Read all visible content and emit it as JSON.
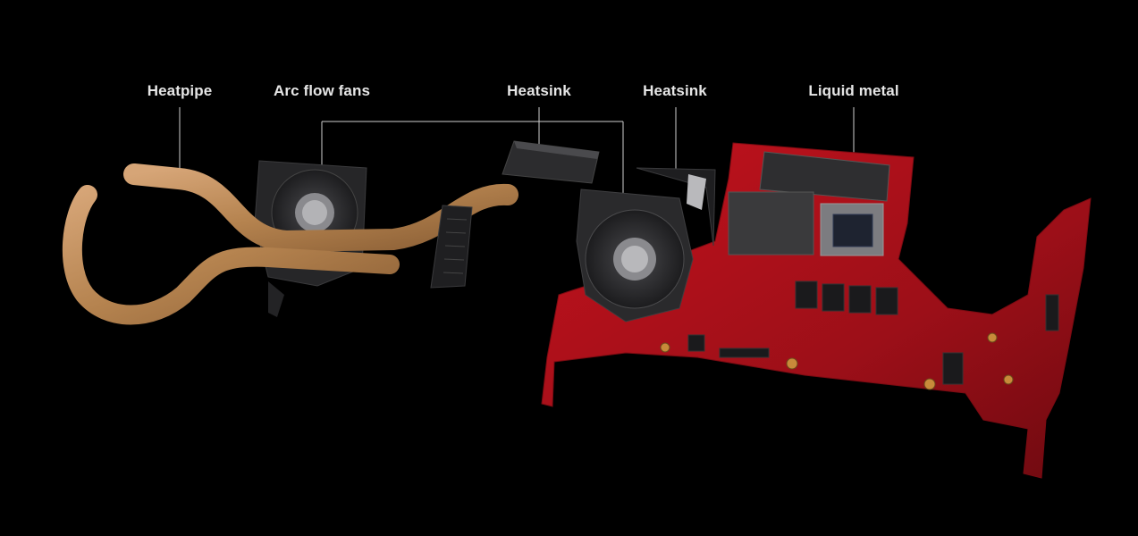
{
  "callouts": {
    "heatpipe": "Heatpipe",
    "arc_flow_fans": "Arc flow fans",
    "heatsink_left": "Heatsink",
    "heatsink_right": "Heatsink",
    "liquid_metal": "Liquid metal"
  },
  "colors": {
    "background": "#000000",
    "label_text": "#e6e6e6",
    "leader_line": "#cfcfcf",
    "heatpipe_copper": "#b8875a",
    "motherboard_red": "#b0121c",
    "fan_dark": "#2b2b2d"
  }
}
